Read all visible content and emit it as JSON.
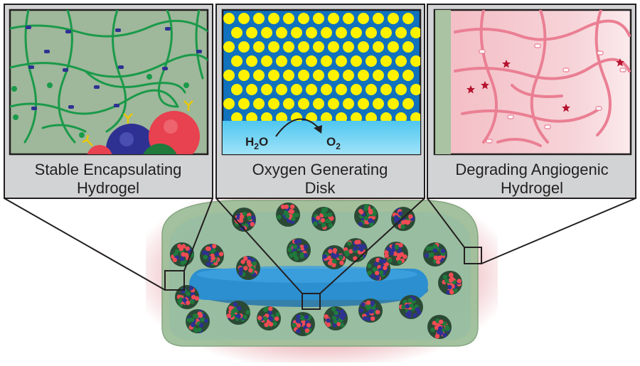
{
  "panels": [
    {
      "id": "encapsulating",
      "caption_line1": "Stable Encapsulating",
      "caption_line2": "Hydrogel",
      "background_color": "#9fb79a",
      "fiber_color": "#1a9a4a",
      "crosslink_color": "#2e3192",
      "anchor_color": "#ffe600"
    },
    {
      "id": "disk",
      "caption_line1": "Oxygen Generating",
      "caption_line2": "Disk",
      "background_color": "#1072bd",
      "particle_color": "#fff200",
      "band_color": "#6fd3f5",
      "reactant": "H",
      "reactant_subscript": "2",
      "reactant_tail": "O",
      "product": "O",
      "product_subscript": "2"
    },
    {
      "id": "degrading",
      "caption_line1": "Degrading Angiogenic",
      "caption_line2": "Hydrogel",
      "background_color": "#f3c5cb",
      "fiber_color": "#ea7f93",
      "star_color": "#b5122e",
      "edge_color": "#a9c3a3"
    }
  ],
  "construct": {
    "inner_gel_color": "#9fbf9a",
    "outer_halo_color": "#f0c4c8",
    "disk_color": "#2b8fd0",
    "cell_cluster_colors": [
      "#ef4b54",
      "#1f7a3c",
      "#2e3192"
    ]
  },
  "colors": {
    "panel_frame": "#d1d3d4",
    "outline": "#231f20"
  }
}
